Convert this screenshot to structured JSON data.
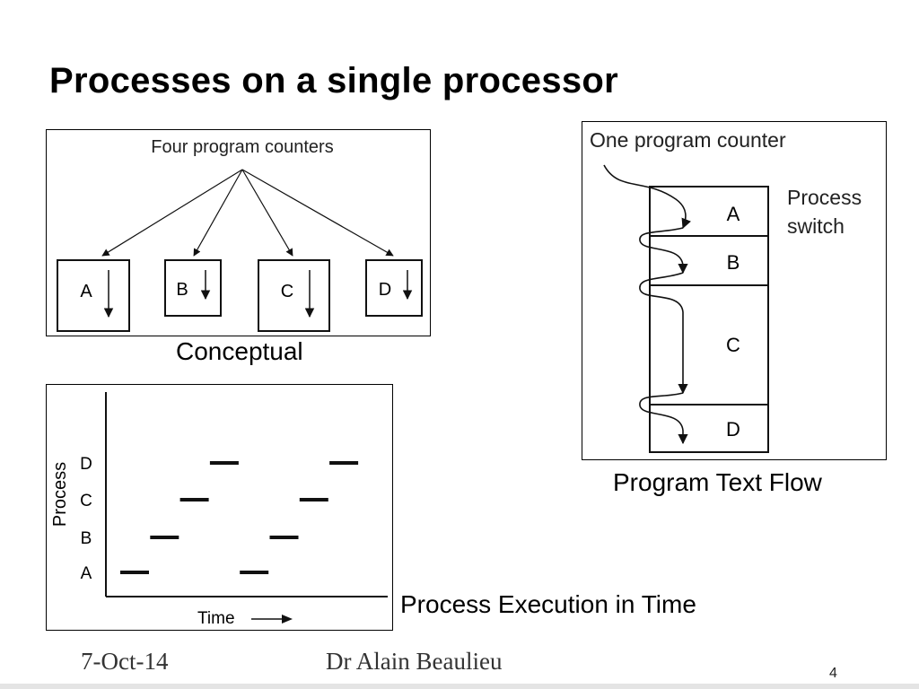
{
  "slide": {
    "title": "Processes on a single processor"
  },
  "conceptual": {
    "header": "Four program counters",
    "caption": "Conceptual",
    "processes": [
      "A",
      "B",
      "C",
      "D"
    ]
  },
  "program_text_flow": {
    "header": "One program counter",
    "switch_label_line1": "Process",
    "switch_label_line2": "switch",
    "caption": "Program Text Flow",
    "segments": [
      "A",
      "B",
      "C",
      "D"
    ]
  },
  "execution_chart": {
    "caption": "Process Execution in Time",
    "chart_data": {
      "type": "timeline",
      "ylabel": "Process",
      "xlabel": "Time",
      "categories": [
        "A",
        "B",
        "C",
        "D"
      ],
      "slots": [
        {
          "process": "A",
          "t": 1
        },
        {
          "process": "B",
          "t": 2
        },
        {
          "process": "C",
          "t": 3
        },
        {
          "process": "D",
          "t": 4
        },
        {
          "process": "A",
          "t": 5
        },
        {
          "process": "B",
          "t": 6
        },
        {
          "process": "C",
          "t": 7
        },
        {
          "process": "D",
          "t": 8
        }
      ]
    }
  },
  "footer": {
    "date": "7-Oct-14",
    "author": "Dr Alain Beaulieu",
    "page_number": "4"
  }
}
